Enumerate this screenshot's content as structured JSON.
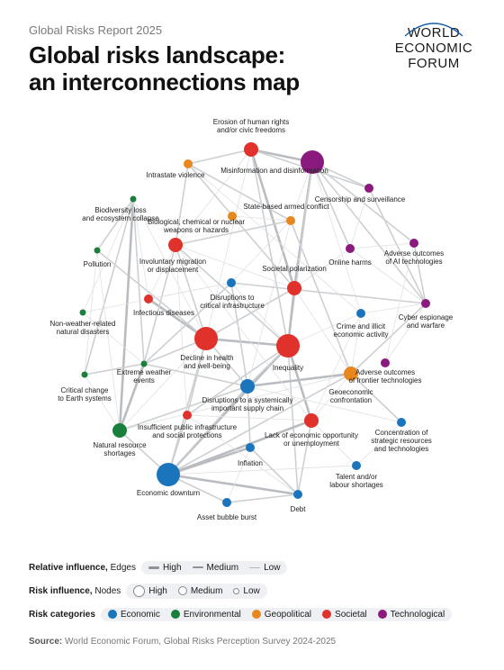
{
  "header": {
    "report_name": "Global Risks Report 2025",
    "title_line1": "Global risks landscape:",
    "title_line2": "an interconnections map"
  },
  "logo": {
    "line1": "WORLD",
    "line2": "ECONOMIC",
    "line3": "FORUM"
  },
  "colors": {
    "Economic": "#1b75bc",
    "Environmental": "#1a7f3c",
    "Geopolitical": "#e8871e",
    "Societal": "#e0312b",
    "Technological": "#8b1a7f"
  },
  "nodes": [
    {
      "id": "erosion",
      "label": [
        "Erosion of human rights",
        "and/or civic freedoms"
      ],
      "category": "Societal",
      "influence": "medium"
    },
    {
      "id": "misinfo",
      "label": [
        "Misinformation and disinformation"
      ],
      "category": "Technological",
      "influence": "high"
    },
    {
      "id": "intrastate",
      "label": [
        "Intrastate violence"
      ],
      "category": "Geopolitical",
      "influence": "low"
    },
    {
      "id": "censorship",
      "label": [
        "Censorship and surveillance"
      ],
      "category": "Technological",
      "influence": "low"
    },
    {
      "id": "biodiversity",
      "label": [
        "Biodiversity loss",
        "and ecosystem collapse"
      ],
      "category": "Environmental",
      "influence": "low"
    },
    {
      "id": "armed",
      "label": [
        "State-based armed conflict"
      ],
      "category": "Geopolitical",
      "influence": "low"
    },
    {
      "id": "cbrn",
      "label": [
        "Biological, chemical or nuclear",
        "weapons or hazards"
      ],
      "category": "Geopolitical",
      "influence": "low"
    },
    {
      "id": "migration",
      "label": [
        "Involuntary migration",
        "or displacement"
      ],
      "category": "Societal",
      "influence": "medium"
    },
    {
      "id": "pollution",
      "label": [
        "Pollution"
      ],
      "category": "Environmental",
      "influence": "low"
    },
    {
      "id": "online",
      "label": [
        "Online harms"
      ],
      "category": "Technological",
      "influence": "low"
    },
    {
      "id": "ai",
      "label": [
        "Adverse outcomes",
        "of AI technologies"
      ],
      "category": "Technological",
      "influence": "low"
    },
    {
      "id": "polarization",
      "label": [
        "Societal polarization"
      ],
      "category": "Societal",
      "influence": "medium"
    },
    {
      "id": "infra",
      "label": [
        "Disruptions to",
        "critical infrastructure"
      ],
      "category": "Economic",
      "influence": "low"
    },
    {
      "id": "infectious",
      "label": [
        "Infectious diseases"
      ],
      "category": "Societal",
      "influence": "low"
    },
    {
      "id": "cyber",
      "label": [
        "Cyber espionage",
        "and warfare"
      ],
      "category": "Technological",
      "influence": "low"
    },
    {
      "id": "nonweather",
      "label": [
        "Non-weather-related",
        "natural disasters"
      ],
      "category": "Environmental",
      "influence": "low"
    },
    {
      "id": "crime",
      "label": [
        "Crime and illicit",
        "economic activity"
      ],
      "category": "Economic",
      "influence": "low"
    },
    {
      "id": "health",
      "label": [
        "Decline in health",
        "and well-being"
      ],
      "category": "Societal",
      "influence": "high"
    },
    {
      "id": "inequality",
      "label": [
        "Inequality"
      ],
      "category": "Societal",
      "influence": "high"
    },
    {
      "id": "frontier",
      "label": [
        "Adverse outcomes",
        "of frontier technologies"
      ],
      "category": "Technological",
      "influence": "low"
    },
    {
      "id": "extreme",
      "label": [
        "Extreme weather",
        "events"
      ],
      "category": "Environmental",
      "influence": "low"
    },
    {
      "id": "earth",
      "label": [
        "Critical change",
        "to Earth systems"
      ],
      "category": "Environmental",
      "influence": "low"
    },
    {
      "id": "geoecon",
      "label": [
        "Geoeconomic",
        "confrontation"
      ],
      "category": "Geopolitical",
      "influence": "medium"
    },
    {
      "id": "supply",
      "label": [
        "Disruptions to a systemically",
        "important supply chain"
      ],
      "category": "Economic",
      "influence": "medium"
    },
    {
      "id": "public",
      "label": [
        "Insufficient public infrastructure",
        "and social protections"
      ],
      "category": "Societal",
      "influence": "low"
    },
    {
      "id": "opportunity",
      "label": [
        "Lack of economic opportunity",
        "or unemployment"
      ],
      "category": "Societal",
      "influence": "medium"
    },
    {
      "id": "concentration",
      "label": [
        "Concentration of",
        "strategic resources",
        "and technologies"
      ],
      "category": "Economic",
      "influence": "low"
    },
    {
      "id": "resource",
      "label": [
        "Natural resource",
        "shortages"
      ],
      "category": "Environmental",
      "influence": "medium"
    },
    {
      "id": "inflation",
      "label": [
        "Inflation"
      ],
      "category": "Economic",
      "influence": "low"
    },
    {
      "id": "downturn",
      "label": [
        "Economic downturn"
      ],
      "category": "Economic",
      "influence": "high"
    },
    {
      "id": "talent",
      "label": [
        "Talent and/or",
        "labour shortages"
      ],
      "category": "Economic",
      "influence": "low"
    },
    {
      "id": "debt",
      "label": [
        "Debt"
      ],
      "category": "Economic",
      "influence": "low"
    },
    {
      "id": "bubble",
      "label": [
        "Asset bubble burst"
      ],
      "category": "Economic",
      "influence": "low"
    }
  ],
  "edges": [
    [
      "misinfo",
      "polarization",
      "high"
    ],
    [
      "misinfo",
      "erosion",
      "high"
    ],
    [
      "misinfo",
      "censorship",
      "medium"
    ],
    [
      "misinfo",
      "cyber",
      "medium"
    ],
    [
      "misinfo",
      "online",
      "medium"
    ],
    [
      "misinfo",
      "ai",
      "medium"
    ],
    [
      "misinfo",
      "inequality",
      "medium"
    ],
    [
      "misinfo",
      "armed",
      "low"
    ],
    [
      "misinfo",
      "crime",
      "low"
    ],
    [
      "erosion",
      "polarization",
      "high"
    ],
    [
      "erosion",
      "intrastate",
      "medium"
    ],
    [
      "erosion",
      "censorship",
      "medium"
    ],
    [
      "erosion",
      "inequality",
      "medium"
    ],
    [
      "erosion",
      "health",
      "low"
    ],
    [
      "erosion",
      "migration",
      "low"
    ],
    [
      "polarization",
      "inequality",
      "high"
    ],
    [
      "polarization",
      "intrastate",
      "medium"
    ],
    [
      "polarization",
      "health",
      "medium"
    ],
    [
      "polarization",
      "migration",
      "low"
    ],
    [
      "polarization",
      "geoecon",
      "low"
    ],
    [
      "polarization",
      "online",
      "low"
    ],
    [
      "inequality",
      "health",
      "high"
    ],
    [
      "inequality",
      "opportunity",
      "high"
    ],
    [
      "inequality",
      "downturn",
      "high"
    ],
    [
      "inequality",
      "supply",
      "medium"
    ],
    [
      "inequality",
      "public",
      "medium"
    ],
    [
      "inequality",
      "migration",
      "medium"
    ],
    [
      "inequality",
      "crime",
      "low"
    ],
    [
      "inequality",
      "infra",
      "low"
    ],
    [
      "inequality",
      "debt",
      "medium"
    ],
    [
      "health",
      "infectious",
      "high"
    ],
    [
      "health",
      "pollution",
      "medium"
    ],
    [
      "health",
      "extreme",
      "medium"
    ],
    [
      "health",
      "public",
      "medium"
    ],
    [
      "health",
      "downturn",
      "medium"
    ],
    [
      "health",
      "migration",
      "medium"
    ],
    [
      "health",
      "biodiversity",
      "low"
    ],
    [
      "health",
      "resource",
      "low"
    ],
    [
      "health",
      "supply",
      "medium"
    ],
    [
      "biodiversity",
      "resource",
      "high"
    ],
    [
      "biodiversity",
      "earth",
      "medium"
    ],
    [
      "biodiversity",
      "extreme",
      "medium"
    ],
    [
      "biodiversity",
      "pollution",
      "medium"
    ],
    [
      "biodiversity",
      "nonweather",
      "low"
    ],
    [
      "biodiversity",
      "infectious",
      "low"
    ],
    [
      "extreme",
      "resource",
      "high"
    ],
    [
      "extreme",
      "earth",
      "medium"
    ],
    [
      "extreme",
      "migration",
      "medium"
    ],
    [
      "extreme",
      "infra",
      "medium"
    ],
    [
      "extreme",
      "supply",
      "medium"
    ],
    [
      "extreme",
      "nonweather",
      "low"
    ],
    [
      "resource",
      "downturn",
      "medium"
    ],
    [
      "resource",
      "supply",
      "medium"
    ],
    [
      "resource",
      "geoecon",
      "low"
    ],
    [
      "pollution",
      "earth",
      "low"
    ],
    [
      "pollution",
      "resource",
      "low"
    ],
    [
      "downturn",
      "debt",
      "high"
    ],
    [
      "downturn",
      "inflation",
      "high"
    ],
    [
      "downturn",
      "opportunity",
      "high"
    ],
    [
      "downturn",
      "supply",
      "medium"
    ],
    [
      "downturn",
      "bubble",
      "medium"
    ],
    [
      "downturn",
      "public",
      "medium"
    ],
    [
      "downturn",
      "geoecon",
      "medium"
    ],
    [
      "downturn",
      "talent",
      "low"
    ],
    [
      "debt",
      "inflation",
      "medium"
    ],
    [
      "debt",
      "bubble",
      "medium"
    ],
    [
      "debt",
      "opportunity",
      "medium"
    ],
    [
      "debt",
      "public",
      "low"
    ],
    [
      "supply",
      "geoecon",
      "high"
    ],
    [
      "supply",
      "infra",
      "medium"
    ],
    [
      "supply",
      "inflation",
      "medium"
    ],
    [
      "supply",
      "concentration",
      "low"
    ],
    [
      "supply",
      "armed",
      "low"
    ],
    [
      "geoecon",
      "armed",
      "medium"
    ],
    [
      "geoecon",
      "concentration",
      "medium"
    ],
    [
      "geoecon",
      "cyber",
      "medium"
    ],
    [
      "geoecon",
      "opportunity",
      "low"
    ],
    [
      "geoecon",
      "crime",
      "low"
    ],
    [
      "cyber",
      "infra",
      "medium"
    ],
    [
      "cyber",
      "censorship",
      "medium"
    ],
    [
      "cyber",
      "ai",
      "medium"
    ],
    [
      "cyber",
      "frontier",
      "low"
    ],
    [
      "cyber",
      "crime",
      "low"
    ],
    [
      "cyber",
      "online",
      "low"
    ],
    [
      "armed",
      "migration",
      "medium"
    ],
    [
      "armed",
      "intrastate",
      "medium"
    ],
    [
      "armed",
      "cbrn",
      "low"
    ],
    [
      "armed",
      "infra",
      "low"
    ],
    [
      "intrastate",
      "migration",
      "medium"
    ],
    [
      "intrastate",
      "crime",
      "low"
    ],
    [
      "migration",
      "infectious",
      "low"
    ],
    [
      "migration",
      "public",
      "low"
    ],
    [
      "opportunity",
      "talent",
      "low"
    ],
    [
      "opportunity",
      "public",
      "low"
    ],
    [
      "opportunity",
      "crime",
      "low"
    ],
    [
      "opportunity",
      "migration",
      "low"
    ],
    [
      "online",
      "ai",
      "low"
    ],
    [
      "online",
      "censorship",
      "low"
    ],
    [
      "ai",
      "frontier",
      "low"
    ],
    [
      "infectious",
      "infra",
      "low"
    ],
    [
      "nonweather",
      "infra",
      "low"
    ],
    [
      "earth",
      "resource",
      "low"
    ],
    [
      "inflation",
      "bubble",
      "low"
    ],
    [
      "concentration",
      "talent",
      "low"
    ]
  ],
  "legend": {
    "edges": {
      "title": "Relative influence,",
      "noun": "Edges",
      "levels": [
        "High",
        "Medium",
        "Low"
      ]
    },
    "nodes": {
      "title": "Risk influence,",
      "noun": "Nodes",
      "levels": [
        "High",
        "Medium",
        "Low"
      ]
    },
    "categories": {
      "title": "Risk categories",
      "items": [
        "Economic",
        "Environmental",
        "Geopolitical",
        "Societal",
        "Technological"
      ]
    }
  },
  "source": {
    "label": "Source:",
    "text": "World Economic Forum, Global Risks Perception Survey 2024-2025"
  }
}
